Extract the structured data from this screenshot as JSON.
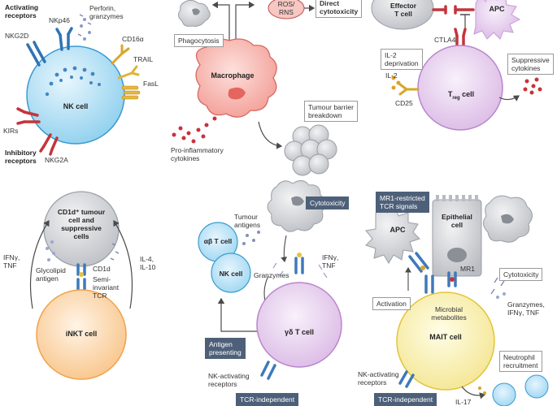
{
  "nk": {
    "activating": "Activating\nreceptors",
    "nkp46": "NKp46",
    "perforin": "Perforin,\ngranzymes",
    "nkg2d": "NKG2D",
    "cd16": "CD16α",
    "trail": "TRAIL",
    "fasl": "FasL",
    "cell": "NK cell",
    "kirs": "KIRs",
    "nkg2a": "NKG2A",
    "inhibitory": "Inhibitory\nreceptors"
  },
  "mac": {
    "ros": "ROS/\nRNS",
    "direct": "Direct\ncytotoxicity",
    "phago": "Phagocytosis",
    "cell": "Macrophage",
    "barrier": "Tumour barrier\nbreakdown",
    "proinf": "Pro-inflammatory\ncytokines"
  },
  "treg": {
    "effector": "Effector\nT cell",
    "apc": "APC",
    "ctla4": "CTLA4",
    "il2dep": "IL-2\ndeprivation",
    "suppress": "Suppressive\ncytokines",
    "il2": "IL-2",
    "cd25": "CD25",
    "cell_main": "T",
    "cell_sub": "reg",
    "cell_tail": " cell"
  },
  "inkt": {
    "cd1d_cell": "CD1d⁺ tumour\ncell and\nsuppressive\ncells",
    "ifng": "IFNγ,\nTNF",
    "il4": "IL-4,\nIL-10",
    "cd1d": "CD1d",
    "glyco": "Glycolipid\nantigen",
    "semi": "Semi-\ninvariant\nTCR",
    "cell": "iNKT cell"
  },
  "gd": {
    "ab": "αβ T cell",
    "nk": "NK cell",
    "tumour_ag": "Tumour\nantigens",
    "cyto": "Cytotoxicity",
    "granz": "Granzymes",
    "ifng": "IFNγ,\nTNF",
    "antigen_pres": "Antigen\npresenting",
    "cell": "γδ T cell",
    "nk_act": "NK-activating\nreceptors",
    "tcr_indep": "TCR-independent"
  },
  "mait": {
    "mr1_sig": "MR1-restricted\nTCR signals",
    "epi": "Epithelial\ncell",
    "apc": "APC",
    "mr1": "MR1",
    "cyto": "Cytotoxicity",
    "activation": "Activation",
    "microbial": "Microbial\nmetabolites",
    "granz": "Granzymes,\nIFNγ, TNF",
    "cell": "MAIT cell",
    "neutro": "Neutrophil\nrecruitment",
    "nk_act": "NK-activating\nreceptors",
    "tcr_indep": "TCR-independent",
    "il17": "IL-17"
  }
}
